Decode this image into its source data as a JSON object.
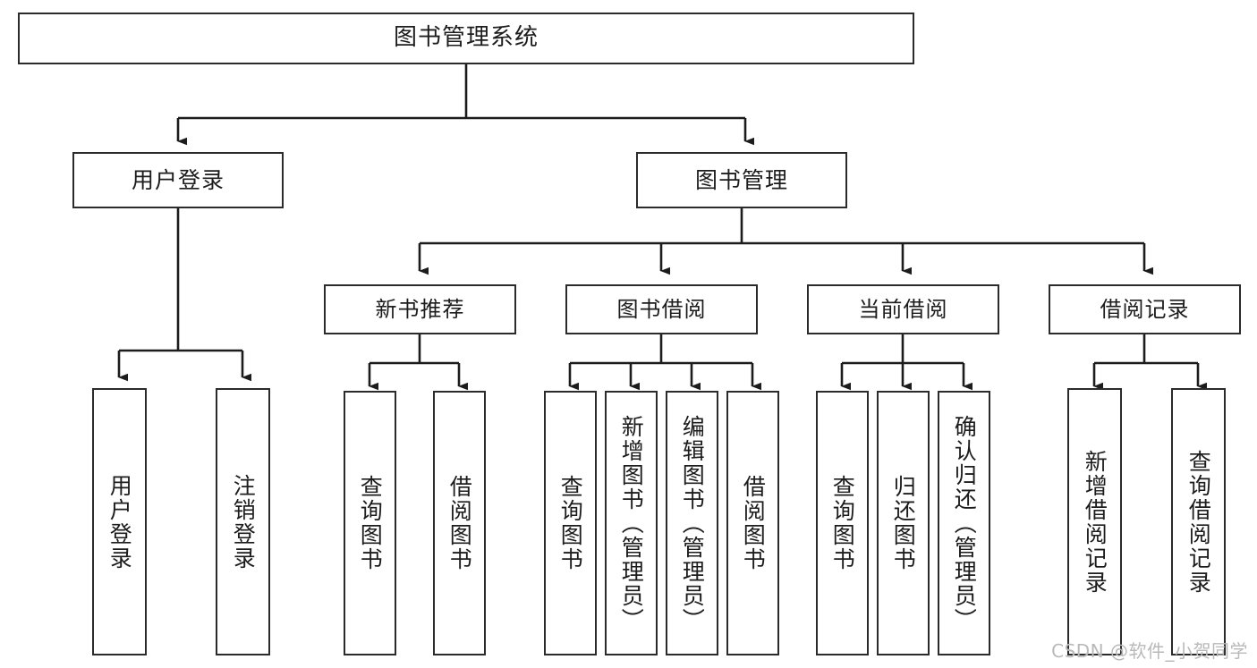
{
  "diagram": {
    "title": "图书管理系统",
    "type": "tree-hierarchy-diagram",
    "colors": {
      "box_border": "#2b2b2b",
      "box_fill": "#ffffff",
      "connector": "#1c1c1c",
      "text": "#1c1c1c",
      "watermark": "#b9b9b9",
      "background": "#ffffff"
    }
  },
  "nodes": {
    "root": {
      "label": "图书管理系统"
    },
    "level2": [
      {
        "label": "用户登录"
      },
      {
        "label": "图书管理"
      }
    ],
    "level3": [
      {
        "label": "新书推荐"
      },
      {
        "label": "图书借阅"
      },
      {
        "label": "当前借阅"
      },
      {
        "label": "借阅记录"
      }
    ],
    "leaves": {
      "user_login": [
        {
          "label": "用户登录"
        },
        {
          "label": "注销登录"
        }
      ],
      "new_book_recommend": [
        {
          "label": "查询图书"
        },
        {
          "label": "借阅图书"
        }
      ],
      "book_borrow": [
        {
          "label": "查询图书"
        },
        {
          "label": "新增图书（管理员）"
        },
        {
          "label": "编辑图书（管理员）"
        },
        {
          "label": "借阅图书"
        }
      ],
      "current_borrow": [
        {
          "label": "查询图书"
        },
        {
          "label": "归还图书"
        },
        {
          "label": "确认归还（管理员）"
        }
      ],
      "borrow_record": [
        {
          "label": "新增借阅记录"
        },
        {
          "label": "查询借阅记录"
        }
      ]
    }
  },
  "watermark": {
    "text": "CSDN @软件_小贺同学"
  }
}
